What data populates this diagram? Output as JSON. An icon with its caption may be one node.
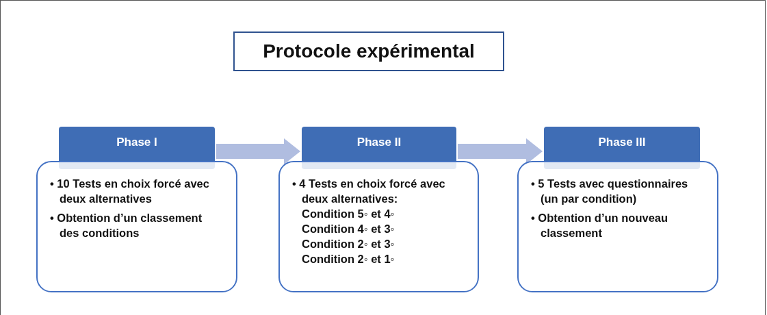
{
  "diagram": {
    "title": "Protocole expérimental",
    "nodes": [
      {
        "text": [
          "Phase I"
        ]
      },
      {
        "text": [
          "• 10 Tests en choix forcé avec deux alternatives",
          "• Obtention d’un classement des conditions"
        ]
      },
      {
        "text": [
          "Phase II"
        ]
      },
      {
        "text": [
          "• 4 Tests en choix forcé avec deux alternatives:",
          "Condition 5◦ et 4◦",
          "Condition 4◦ et 3◦",
          "Condition 2◦ et 3◦",
          "Condition 2◦ et 1◦"
        ]
      },
      {
        "text": [
          "Phase III"
        ]
      },
      {
        "text": [
          "• 5 Tests avec questionnaires (un par condition)",
          "• Obtention d’un nouveau classement"
        ]
      }
    ],
    "edges": [
      {
        "from": 0,
        "to": 2,
        "arrow": "to"
      },
      {
        "from": 2,
        "to": 4,
        "arrow": "to"
      }
    ]
  }
}
